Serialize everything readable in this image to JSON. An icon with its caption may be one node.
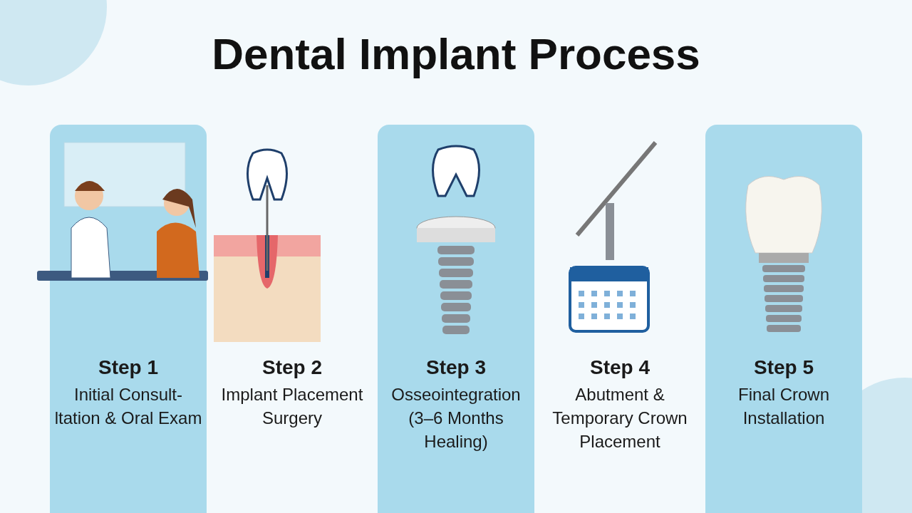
{
  "diagram": {
    "title": "Dental Implant Process",
    "nodes": [
      {
        "text": [
          "Step 1",
          "Initial Consult- ltation & Oral Exam"
        ]
      },
      {
        "text": [
          "Step 2",
          "Implant Placement Surgery"
        ]
      },
      {
        "text": [
          "Step 3",
          "Osseointegration (3–6 Months Healing)"
        ]
      },
      {
        "text": [
          "Step 4",
          "Abutment & Temporary Crown Placement"
        ]
      },
      {
        "text": [
          "Step 5",
          "Final Crown Installation"
        ]
      }
    ]
  }
}
